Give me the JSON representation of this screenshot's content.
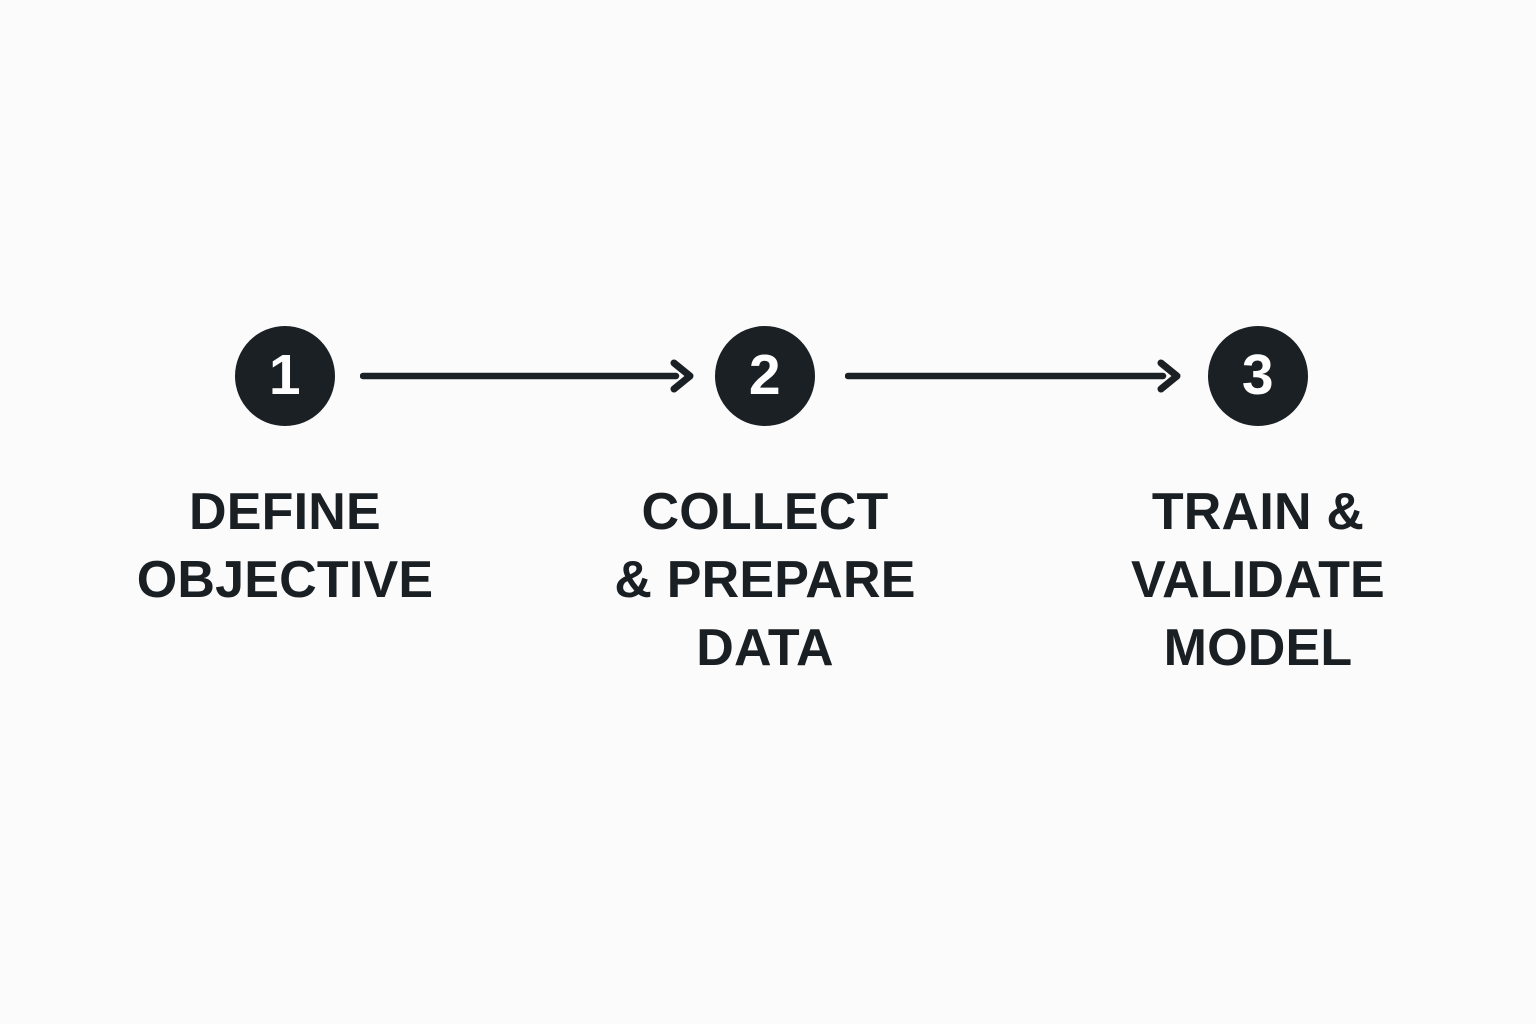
{
  "diagram": {
    "type": "horizontal-process-flow",
    "background_color": "#fbfbfc",
    "accent_color": "#1b2025",
    "text_color": "#1a1f23",
    "node_fill": "#1b2025",
    "node_number_color": "#ffffff",
    "steps": [
      {
        "number": "1",
        "label": "DEFINE\nOBJECTIVE",
        "label_lines": [
          "DEFINE",
          "OBJECTIVE"
        ]
      },
      {
        "number": "2",
        "label": "COLLECT\n& PREPARE\nDATA",
        "label_lines": [
          "COLLECT",
          "& PREPARE",
          "DATA"
        ]
      },
      {
        "number": "3",
        "label": "TRAIN &\nVALIDATE\nMODEL",
        "label_lines": [
          "TRAIN &",
          "VALIDATE",
          "MODEL"
        ]
      }
    ],
    "connectors": [
      {
        "from": "1",
        "to": "2",
        "style": "arrow-right"
      },
      {
        "from": "2",
        "to": "3",
        "style": "arrow-right"
      }
    ]
  }
}
